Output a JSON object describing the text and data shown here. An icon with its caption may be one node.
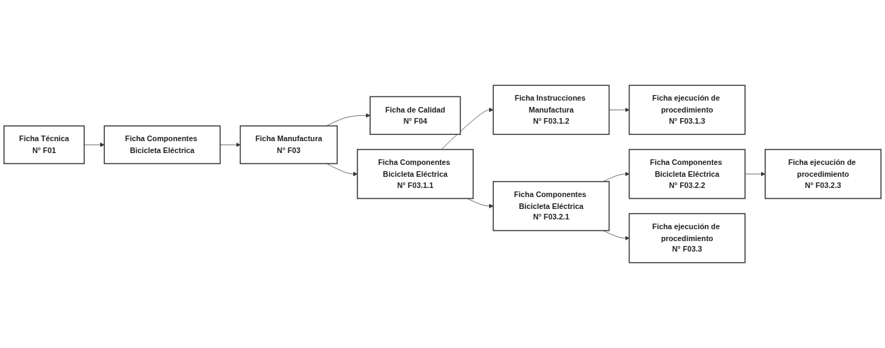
{
  "diagram": {
    "nodes": [
      {
        "text": [
          "Ficha Técnica",
          "N° F01"
        ]
      },
      {
        "text": [
          "Ficha Componentes Bicicleta Eléctrica"
        ]
      },
      {
        "text": [
          "Ficha Manufactura",
          "N° F03"
        ]
      },
      {
        "text": [
          "Ficha de Calidad",
          "N° F04"
        ]
      },
      {
        "text": [
          "Ficha Componentes Bicicleta Eléctrica",
          "N° F03.1.1"
        ]
      },
      {
        "text": [
          "Ficha Instrucciones Manufactura",
          "N° F03.1.2"
        ]
      },
      {
        "text": [
          "Ficha ejecución de procedimiento",
          "N° F03.1.3"
        ]
      },
      {
        "text": [
          "Ficha Componentes Bicicleta Eléctrica",
          "N° F03.2.1"
        ]
      },
      {
        "text": [
          "Ficha Componentes Bicicleta Eléctrica",
          "N° F03.2.2"
        ]
      },
      {
        "text": [
          "Ficha ejecución de procedimiento",
          "N° F03.2.3"
        ]
      },
      {
        "text": [
          "Ficha ejecución de procedimiento",
          "N° F03.3"
        ]
      }
    ],
    "edges": [
      {
        "from": 0,
        "to": 1,
        "arrow": "to"
      },
      {
        "from": 1,
        "to": 2,
        "arrow": "to"
      },
      {
        "from": 2,
        "to": 3,
        "arrow": "to"
      },
      {
        "from": 2,
        "to": 4,
        "arrow": "to"
      },
      {
        "from": 4,
        "to": 5,
        "arrow": "to"
      },
      {
        "from": 5,
        "to": 6,
        "arrow": "to"
      },
      {
        "from": 4,
        "to": 7,
        "arrow": "to"
      },
      {
        "from": 7,
        "to": 8,
        "arrow": "to"
      },
      {
        "from": 8,
        "to": 9,
        "arrow": "to"
      },
      {
        "from": 7,
        "to": 10,
        "arrow": "to"
      }
    ]
  }
}
